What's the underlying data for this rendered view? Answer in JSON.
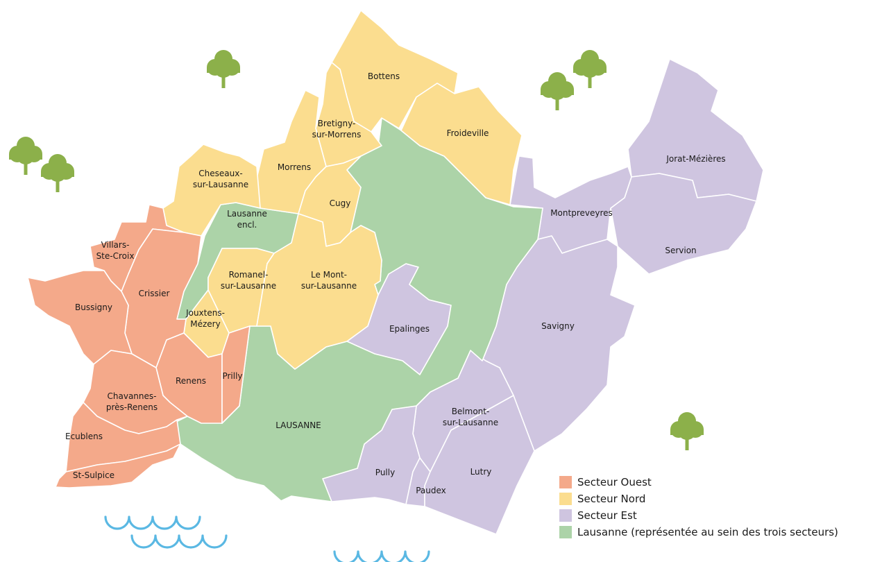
{
  "colors": {
    "ouest": "#f4a98a",
    "nord": "#fbdd8f",
    "est": "#cfc5e0",
    "lausanne": "#acd3a8",
    "tree": "#8cb04a",
    "water": "#5ab8e3"
  },
  "communes": {
    "bottens": [
      "Bottens"
    ],
    "froideville": [
      "Froideville"
    ],
    "bretigny": [
      "Bretigny-",
      "sur-Morrens"
    ],
    "morrens": [
      "Morrens"
    ],
    "cheseaux": [
      "Cheseaux-",
      "sur-Lausanne"
    ],
    "cugy": [
      "Cugy"
    ],
    "lausanne_encl": [
      "Lausanne",
      "encl."
    ],
    "romanel": [
      "Romanel-",
      "sur-Lausanne"
    ],
    "mont": [
      "Le Mont-",
      "sur-Lausanne"
    ],
    "jouxtens": [
      "Jouxtens-",
      "Mézery"
    ],
    "villars": [
      "Villars-",
      "Ste-Croix"
    ],
    "crissier": [
      "Crissier"
    ],
    "bussigny": [
      "Bussigny"
    ],
    "renens": [
      "Renens"
    ],
    "prilly": [
      "Prilly"
    ],
    "chavannes": [
      "Chavannes-",
      "près-Renens"
    ],
    "ecublens": [
      "Ecublens"
    ],
    "stsulpice": [
      "St-Sulpice"
    ],
    "lausanne": [
      "LAUSANNE"
    ],
    "epalinges": [
      "Epalinges"
    ],
    "jorat": [
      "Jorat-Mézières"
    ],
    "montpreveyres": [
      "Montpreveyres"
    ],
    "servion": [
      "Servion"
    ],
    "savigny": [
      "Savigny"
    ],
    "belmont": [
      "Belmont-",
      "sur-Lausanne"
    ],
    "pully": [
      "Pully"
    ],
    "paudex": [
      "Paudex"
    ],
    "lutry": [
      "Lutry"
    ]
  },
  "legend": [
    {
      "key": "ouest",
      "label": "Secteur Ouest"
    },
    {
      "key": "nord",
      "label": "Secteur Nord"
    },
    {
      "key": "est",
      "label": "Secteur Est"
    },
    {
      "key": "lausanne",
      "label": "Lausanne (représentée au sein des trois secteurs)"
    }
  ]
}
